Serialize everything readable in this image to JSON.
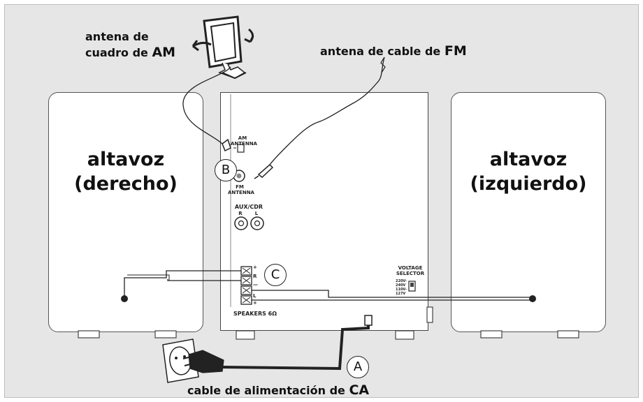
{
  "labels": {
    "am_antenna_line1": "antena de",
    "am_antenna_line2": "cuadro de ",
    "am_antenna_bold": "AM",
    "fm_antenna_text": "antena de cable de ",
    "fm_antenna_bold": "FM",
    "power_cable_text": "cable de alimentación de ",
    "power_cable_bold": "CA"
  },
  "speakers": {
    "right": {
      "line1": "altavoz",
      "line2": "(derecho)"
    },
    "left": {
      "line1": "altavoz",
      "line2": "(izquierdo)"
    }
  },
  "unit": {
    "am_antenna_line1": "AM",
    "am_antenna_line2": "ANTENNA",
    "fm_antenna_line1": "FM",
    "fm_antenna_line2": "ANTENNA",
    "aux_cdr": "AUX/CDR",
    "aux_r": "R",
    "aux_l": "L",
    "voltage_line1": "VOLTAGE",
    "voltage_line2": "SELECTOR",
    "voltage_220": "220V-",
    "voltage_240": "240V",
    "voltage_110": "110V-",
    "voltage_127": "127V",
    "speakers_label": "SPEAKERS 6Ω",
    "term_plus_top": "+",
    "term_r": "R",
    "term_minus": "—",
    "term_l": "L",
    "term_plus_bottom": "+"
  },
  "callouts": {
    "a": "A",
    "b": "B",
    "c": "C"
  },
  "colors": {
    "background": "#e6e6e6",
    "panel": "#ffffff",
    "line": "#222222"
  }
}
